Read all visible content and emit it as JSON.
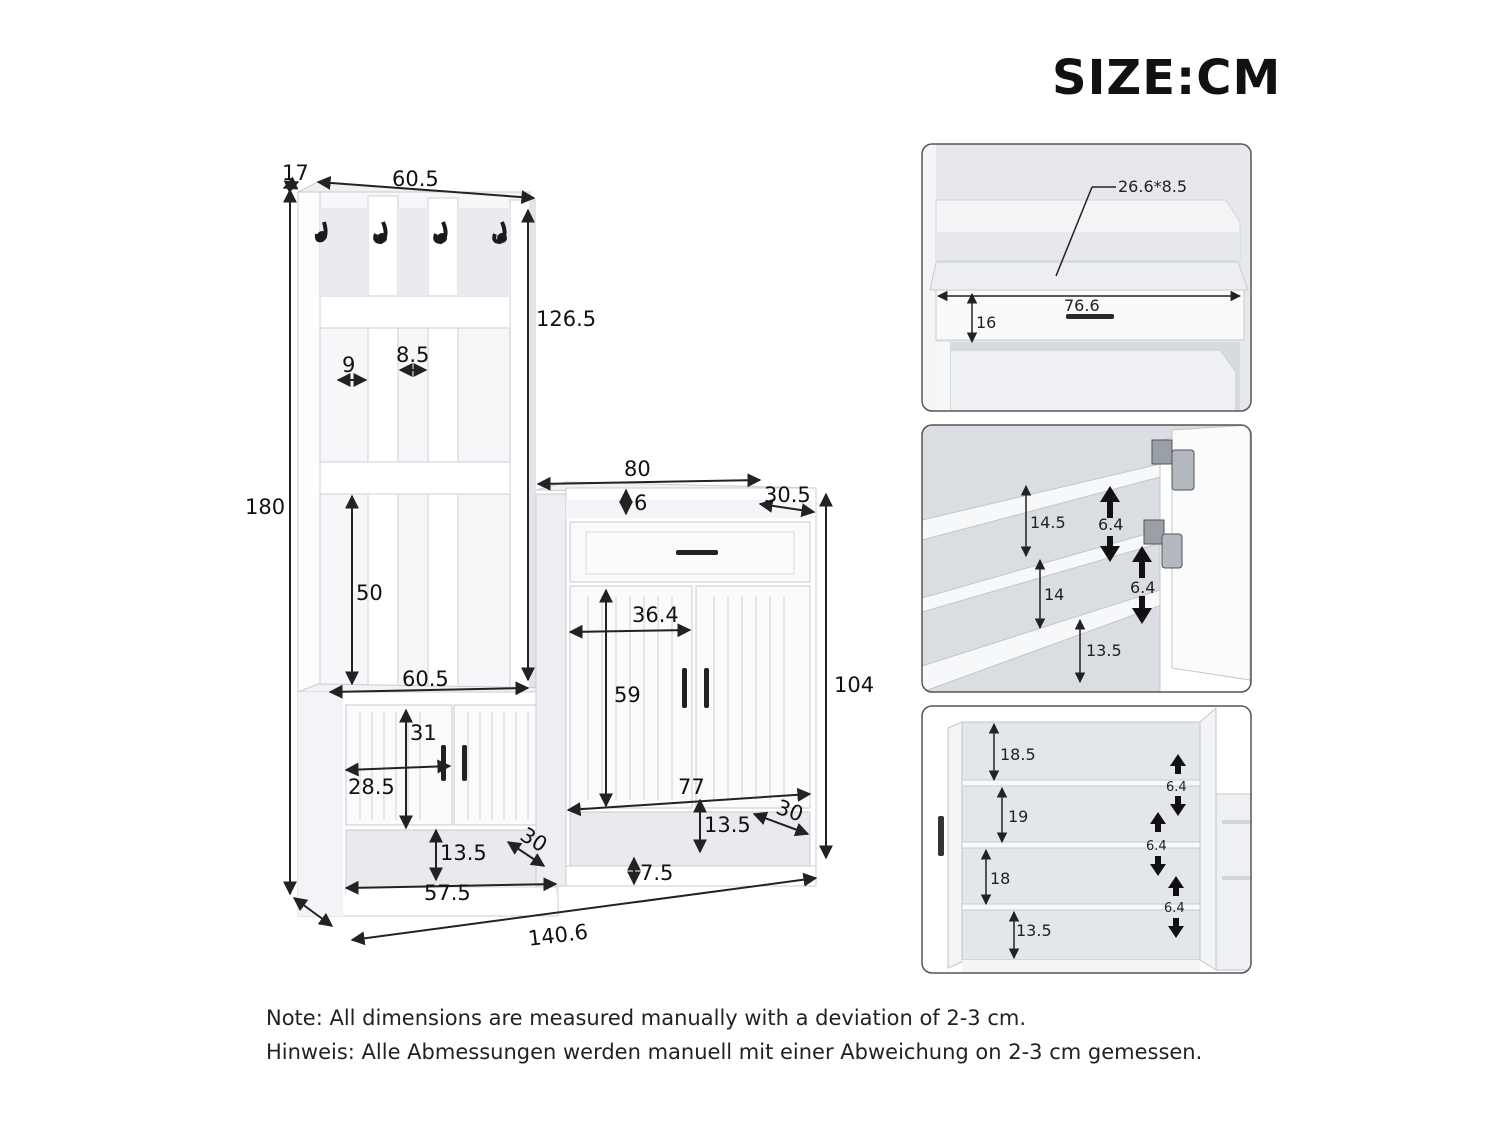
{
  "header": {
    "size_label": "SIZE:CM"
  },
  "main_diagram": {
    "depth_top": "17",
    "width_top": "60.5",
    "height_total": "180",
    "height_hallstand": "126.5",
    "slat_gap_a": "9",
    "slat_gap_b": "8.5",
    "slat_lower_height": "50",
    "bench_width": "60.5",
    "bench_door_height": "31",
    "bench_door_width": "28.5",
    "bench_open_height": "13.5",
    "bench_depth": "30",
    "bench_base_width": "57.5",
    "total_width": "140.6",
    "cabinet_width": "80",
    "cabinet_rail": "6",
    "cabinet_depth": "30.5",
    "cabinet_height": "104",
    "cabinet_door_width": "36.4",
    "cabinet_door_height": "59",
    "cabinet_inner_width": "77",
    "cabinet_open_height": "13.5",
    "cabinet_open_depth": "30",
    "cabinet_plinth": "7.5"
  },
  "detail_drawer": {
    "drawer_inner": "26.6*8.5",
    "drawer_width": "76.6",
    "drawer_height": "16"
  },
  "detail_shelves_left": {
    "shelf_1": "14.5",
    "shelf_2": "14",
    "shelf_3": "13.5",
    "adjust_1": "6.4",
    "adjust_2": "6.4"
  },
  "detail_shelves_right": {
    "shelf_1": "18.5",
    "shelf_2": "19",
    "shelf_3": "18",
    "shelf_4": "13.5",
    "adjust_1": "6.4",
    "adjust_2": "6.4",
    "adjust_3": "6.4"
  },
  "notes": {
    "en": "Note: All dimensions are measured manually with a deviation of 2-3 cm.",
    "de": "Hinweis: Alle Abmessungen werden manuell mit einer Abweichung on 2-3 cm gemessen."
  },
  "colors": {
    "furniture": "#ffffff",
    "furniture_shadow": "#e4e6ea",
    "line": "#222222",
    "panel_border": "#555555",
    "photo_bg": "#dfe1e6"
  }
}
